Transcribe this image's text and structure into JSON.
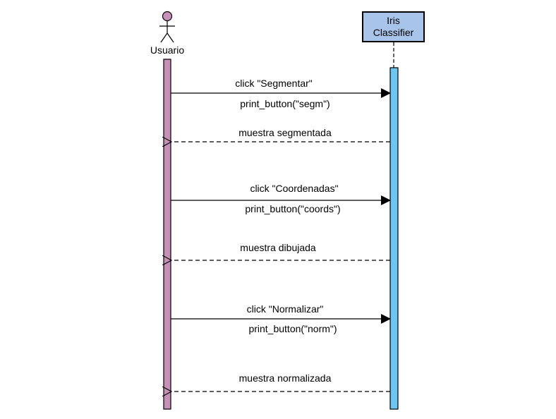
{
  "actor": {
    "name": "Usuario"
  },
  "object": {
    "name": "Iris\nClassifier"
  },
  "colors": {
    "actor_head": "#c790b8",
    "actor_activation": "#c790b8",
    "object_box": "#a9c4eb",
    "object_activation": "#6ec6f0"
  },
  "messages": [
    {
      "label": "click \"Segmentar\"",
      "kind": "sync"
    },
    {
      "label": "print_button(\"segm\")",
      "kind": "note"
    },
    {
      "label": "muestra segmentada",
      "kind": "return"
    },
    {
      "label": "click \"Coordenadas\"",
      "kind": "sync"
    },
    {
      "label": "print_button(\"coords\")",
      "kind": "note"
    },
    {
      "label": "muestra dibujada",
      "kind": "return"
    },
    {
      "label": "click \"Normalizar\"",
      "kind": "sync"
    },
    {
      "label": "print_button(\"norm\")",
      "kind": "note"
    },
    {
      "label": "muestra normalizada",
      "kind": "return"
    }
  ]
}
